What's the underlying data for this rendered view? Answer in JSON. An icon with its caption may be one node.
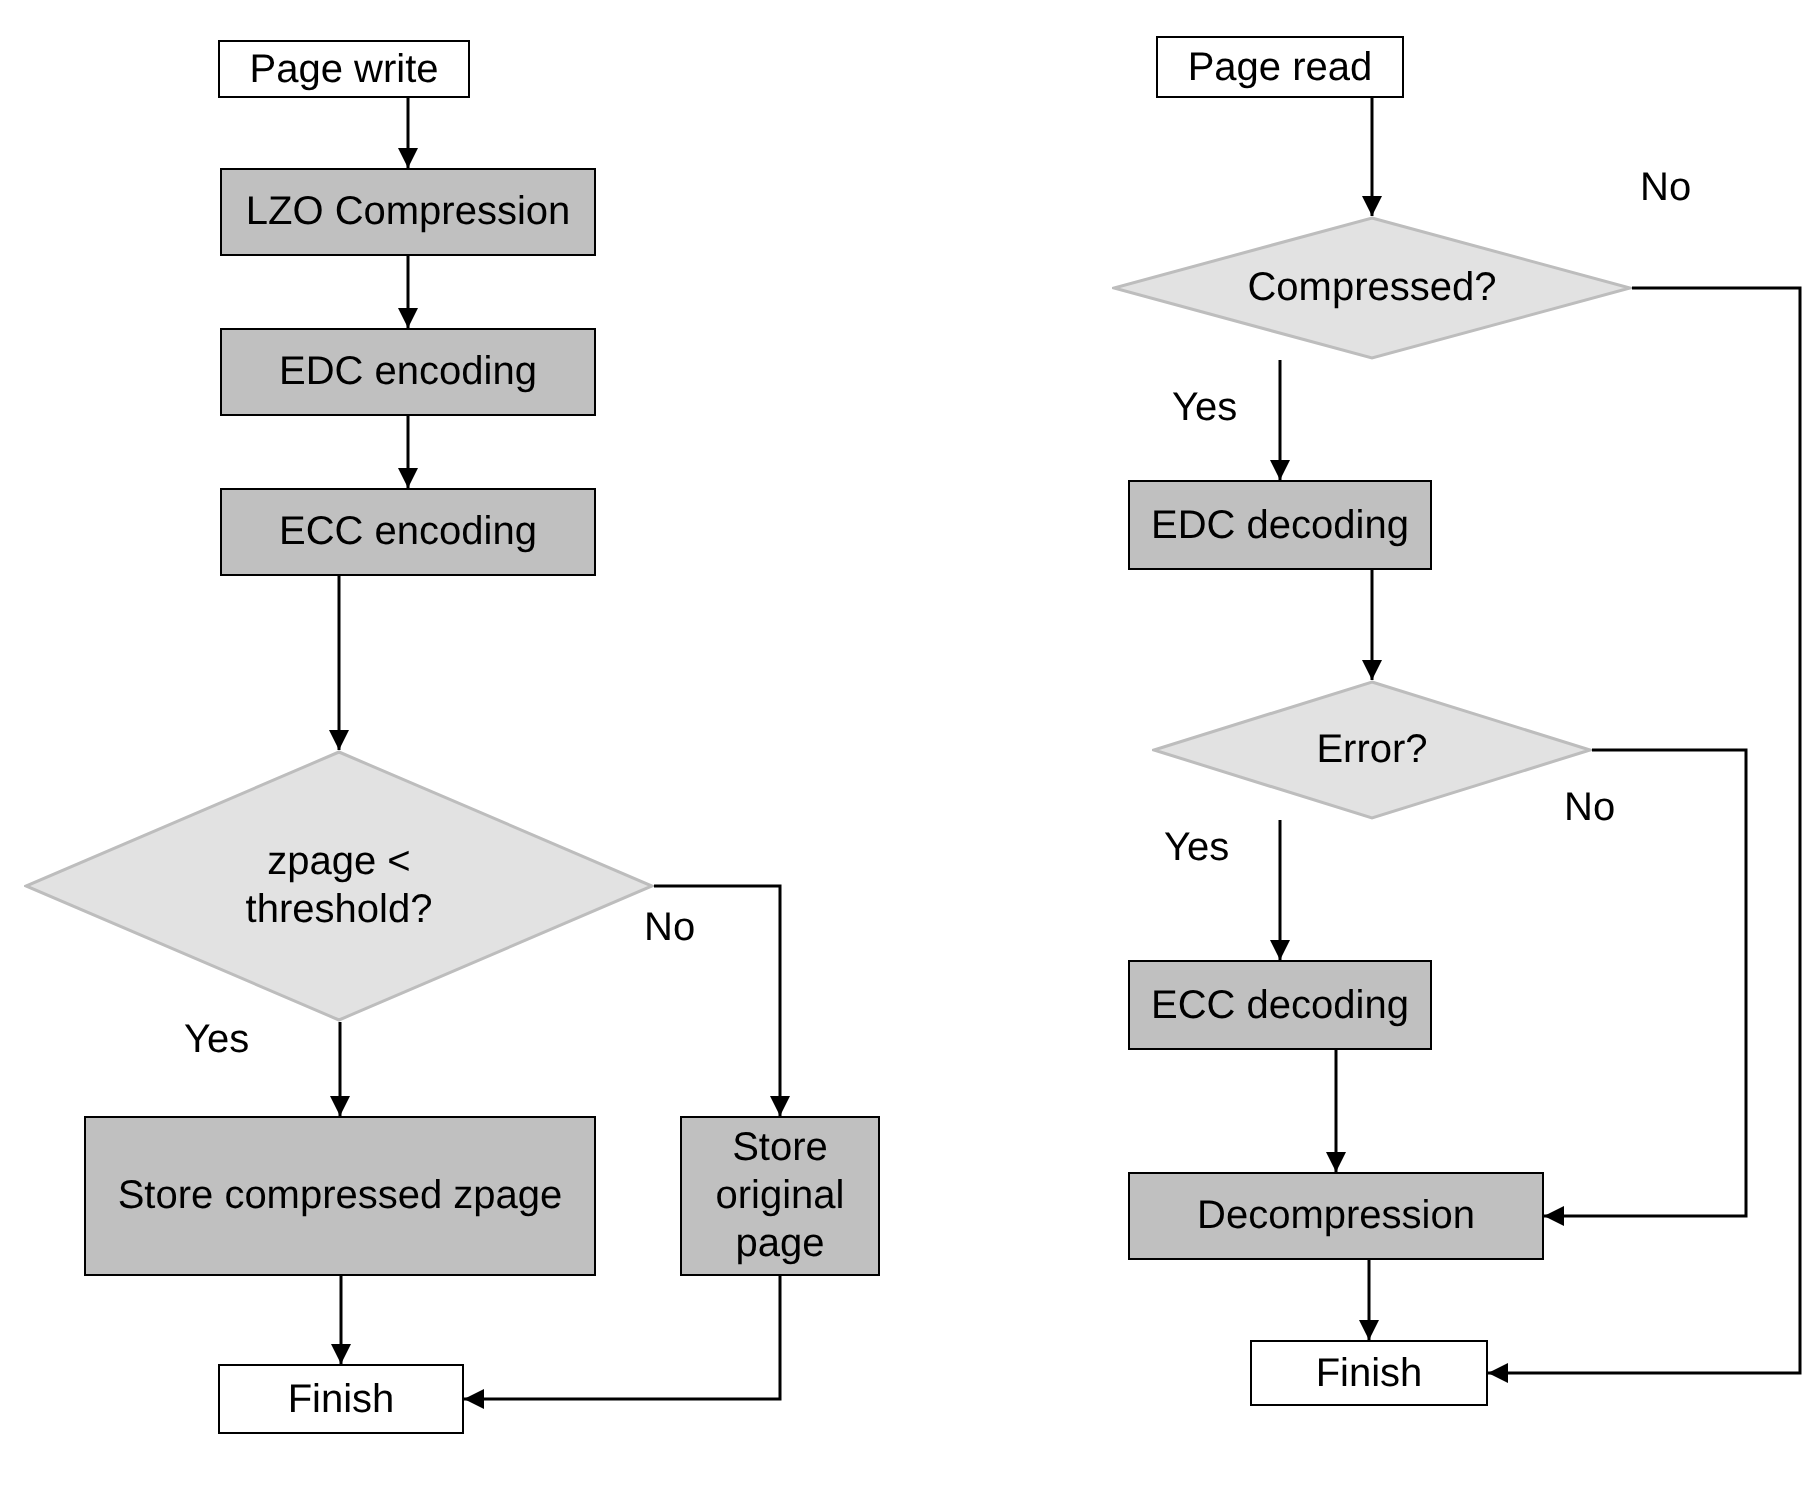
{
  "diagram": {
    "nodes": [
      {
        "text": [
          "Page write"
        ]
      },
      {
        "text": [
          "LZO Compression"
        ]
      },
      {
        "text": [
          "EDC encoding"
        ]
      },
      {
        "text": [
          "ECC encoding"
        ]
      },
      {
        "text": [
          "zpage < threshold?"
        ]
      },
      {
        "text": [
          "Store compressed zpage"
        ]
      },
      {
        "text": [
          "Store original page"
        ]
      },
      {
        "text": [
          "Finish"
        ]
      },
      {
        "text": [
          "Page read"
        ]
      },
      {
        "text": [
          "Compressed?"
        ]
      },
      {
        "text": [
          "EDC decoding"
        ]
      },
      {
        "text": [
          "Error?"
        ]
      },
      {
        "text": [
          "ECC decoding"
        ]
      },
      {
        "text": [
          "Decompression"
        ]
      },
      {
        "text": [
          "Finish"
        ]
      }
    ],
    "edges": [
      {
        "from": 0,
        "to": 1,
        "arrow": "to"
      },
      {
        "from": 1,
        "to": 2,
        "arrow": "to"
      },
      {
        "from": 2,
        "to": 3,
        "arrow": "to"
      },
      {
        "from": 3,
        "to": 4,
        "arrow": "to"
      },
      {
        "from": 4,
        "to": 5,
        "arrow": "to",
        "label": "Yes"
      },
      {
        "from": 4,
        "to": 6,
        "arrow": "to",
        "label": "No"
      },
      {
        "from": 5,
        "to": 7,
        "arrow": "to"
      },
      {
        "from": 6,
        "to": 7,
        "arrow": "to"
      },
      {
        "from": 8,
        "to": 9,
        "arrow": "to"
      },
      {
        "from": 9,
        "to": 10,
        "arrow": "to",
        "label": "Yes"
      },
      {
        "from": 9,
        "to": 14,
        "arrow": "to",
        "label": "No"
      },
      {
        "from": 10,
        "to": 11,
        "arrow": "to"
      },
      {
        "from": 11,
        "to": 12,
        "arrow": "to",
        "label": "Yes"
      },
      {
        "from": 11,
        "to": 13,
        "arrow": "to",
        "label": "No"
      },
      {
        "from": 12,
        "to": 13,
        "arrow": "to"
      },
      {
        "from": 13,
        "to": 14,
        "arrow": "to"
      }
    ]
  }
}
